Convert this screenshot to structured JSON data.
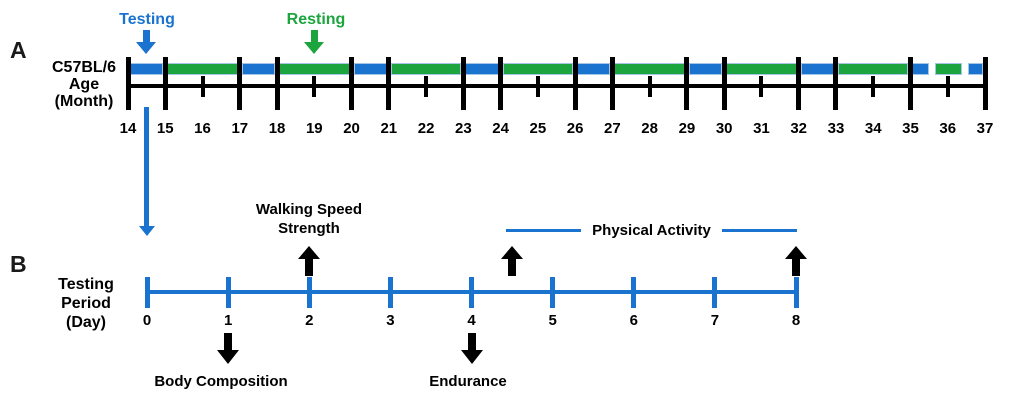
{
  "colors": {
    "testing_blue": "#1a73cf",
    "resting_green": "#1ca53e",
    "axis_black": "#000000",
    "segment_edge": "#a6c6e8"
  },
  "panel_a": {
    "panel_label": "A",
    "axis_title_lines": [
      "C57BL/6",
      "Age",
      "(Month)"
    ],
    "legend": [
      {
        "id": "testing",
        "label": "Testing",
        "color_key": "testing_blue",
        "month": 14.5
      },
      {
        "id": "resting",
        "label": "Resting",
        "color_key": "resting_green",
        "month": 19
      }
    ],
    "axis": {
      "min": 14,
      "max": 37
    },
    "major_ticks": [
      14,
      15,
      17,
      18,
      20,
      21,
      23,
      24,
      26,
      27,
      29,
      30,
      32,
      33,
      35,
      37
    ],
    "minor_ticks": [
      16,
      19,
      22,
      25,
      28,
      31,
      34,
      36
    ],
    "month_labels": [
      "14",
      "15",
      "16",
      "17",
      "18",
      "19",
      "20",
      "21",
      "22",
      "23",
      "24",
      "25",
      "26",
      "27",
      "28",
      "29",
      "30",
      "31",
      "32",
      "33",
      "34",
      "35",
      "36",
      "37"
    ],
    "segments": [
      {
        "phase": "testing",
        "from": 14,
        "to": 15
      },
      {
        "phase": "resting",
        "from": 15,
        "to": 17
      },
      {
        "phase": "testing",
        "from": 17,
        "to": 18
      },
      {
        "phase": "resting",
        "from": 18,
        "to": 20
      },
      {
        "phase": "testing",
        "from": 20,
        "to": 21
      },
      {
        "phase": "resting",
        "from": 21,
        "to": 23
      },
      {
        "phase": "testing",
        "from": 23,
        "to": 24
      },
      {
        "phase": "resting",
        "from": 24,
        "to": 26
      },
      {
        "phase": "testing",
        "from": 26,
        "to": 27
      },
      {
        "phase": "resting",
        "from": 27,
        "to": 29
      },
      {
        "phase": "testing",
        "from": 29,
        "to": 30
      },
      {
        "phase": "resting",
        "from": 30,
        "to": 32
      },
      {
        "phase": "testing",
        "from": 32,
        "to": 33
      },
      {
        "phase": "resting",
        "from": 33,
        "to": 35
      },
      {
        "phase": "testing",
        "from": 35,
        "to": 35.55
      },
      {
        "phase": "resting",
        "from": 35.6,
        "to": 36.45
      },
      {
        "phase": "testing",
        "from": 36.5,
        "to": 37
      }
    ],
    "connector_arrow_month": 14.5
  },
  "panel_b": {
    "panel_label": "B",
    "axis_title_lines": [
      "Testing",
      "Period",
      "(Day)"
    ],
    "axis": {
      "min": 0,
      "max": 8
    },
    "day_labels": [
      "0",
      "1",
      "2",
      "3",
      "4",
      "5",
      "6",
      "7",
      "8"
    ],
    "events_above": [
      {
        "label_lines": [
          "Walking Speed",
          "Strength"
        ],
        "day": 2
      }
    ],
    "span_label": {
      "label": "Physical Activity",
      "from_day": 4.5,
      "to_day": 8
    },
    "arrow_up_days": [
      2,
      4.5,
      8
    ],
    "arrow_down_days": [
      1,
      4
    ],
    "events_below": [
      {
        "label": "Body Composition",
        "day": 1
      },
      {
        "label": "Endurance",
        "day": 4
      }
    ]
  },
  "chart_data": [
    {
      "type": "timeline",
      "title": "C57BL/6 Age (Month)",
      "axis_range": [
        14,
        37
      ],
      "tick_labels": [
        14,
        15,
        16,
        17,
        18,
        19,
        20,
        21,
        22,
        23,
        24,
        25,
        26,
        27,
        28,
        29,
        30,
        31,
        32,
        33,
        34,
        35,
        36,
        37
      ],
      "phases": [
        {
          "phase": "Testing",
          "start": 14,
          "end": 15
        },
        {
          "phase": "Resting",
          "start": 15,
          "end": 17
        },
        {
          "phase": "Testing",
          "start": 17,
          "end": 18
        },
        {
          "phase": "Resting",
          "start": 18,
          "end": 20
        },
        {
          "phase": "Testing",
          "start": 20,
          "end": 21
        },
        {
          "phase": "Resting",
          "start": 21,
          "end": 23
        },
        {
          "phase": "Testing",
          "start": 23,
          "end": 24
        },
        {
          "phase": "Resting",
          "start": 24,
          "end": 26
        },
        {
          "phase": "Testing",
          "start": 26,
          "end": 27
        },
        {
          "phase": "Resting",
          "start": 27,
          "end": 29
        },
        {
          "phase": "Testing",
          "start": 29,
          "end": 30
        },
        {
          "phase": "Resting",
          "start": 30,
          "end": 32
        },
        {
          "phase": "Testing",
          "start": 32,
          "end": 33
        },
        {
          "phase": "Resting",
          "start": 33,
          "end": 35
        },
        {
          "phase": "Testing",
          "start": 35,
          "end": 35.55
        },
        {
          "phase": "Resting",
          "start": 35.6,
          "end": 36.45
        },
        {
          "phase": "Testing",
          "start": 36.5,
          "end": 37
        }
      ],
      "legend": [
        "Testing",
        "Resting"
      ]
    },
    {
      "type": "timeline",
      "title": "Testing Period (Day)",
      "axis_range": [
        0,
        8
      ],
      "tick_labels": [
        0,
        1,
        2,
        3,
        4,
        5,
        6,
        7,
        8
      ],
      "events": [
        {
          "label": "Body Composition",
          "day": 1,
          "side": "below"
        },
        {
          "label": "Walking Speed Strength",
          "day": 2,
          "side": "above"
        },
        {
          "label": "Endurance",
          "day": 4,
          "side": "below"
        },
        {
          "label": "Physical Activity",
          "from_day": 4.5,
          "to_day": 8,
          "side": "above"
        }
      ]
    }
  ]
}
